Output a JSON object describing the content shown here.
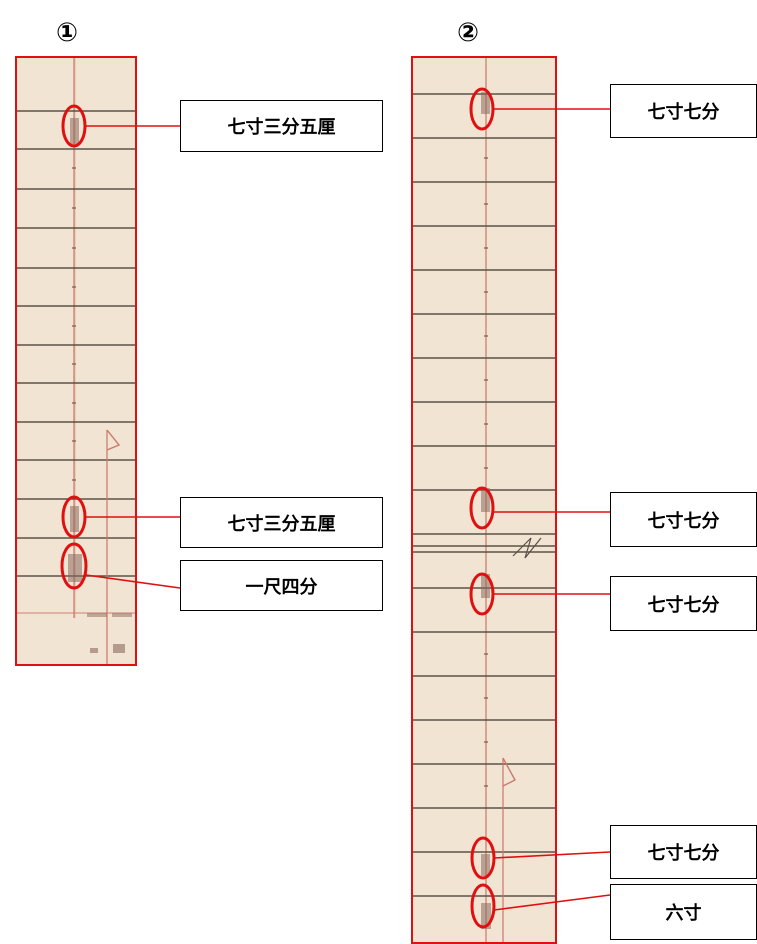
{
  "panel1": {
    "number": "①",
    "labels": [
      "七寸三分五厘",
      "七寸三分五厘",
      "一尺四分"
    ]
  },
  "panel2": {
    "number": "②",
    "labels": [
      "七寸七分",
      "七寸七分",
      "七寸七分",
      "七寸七分",
      "六寸"
    ]
  },
  "colors": {
    "frame": "#e01010",
    "paper": "#f2e4d3",
    "rule": "#5a5148",
    "centerline": "#c9786a",
    "label_border": "#000000"
  }
}
